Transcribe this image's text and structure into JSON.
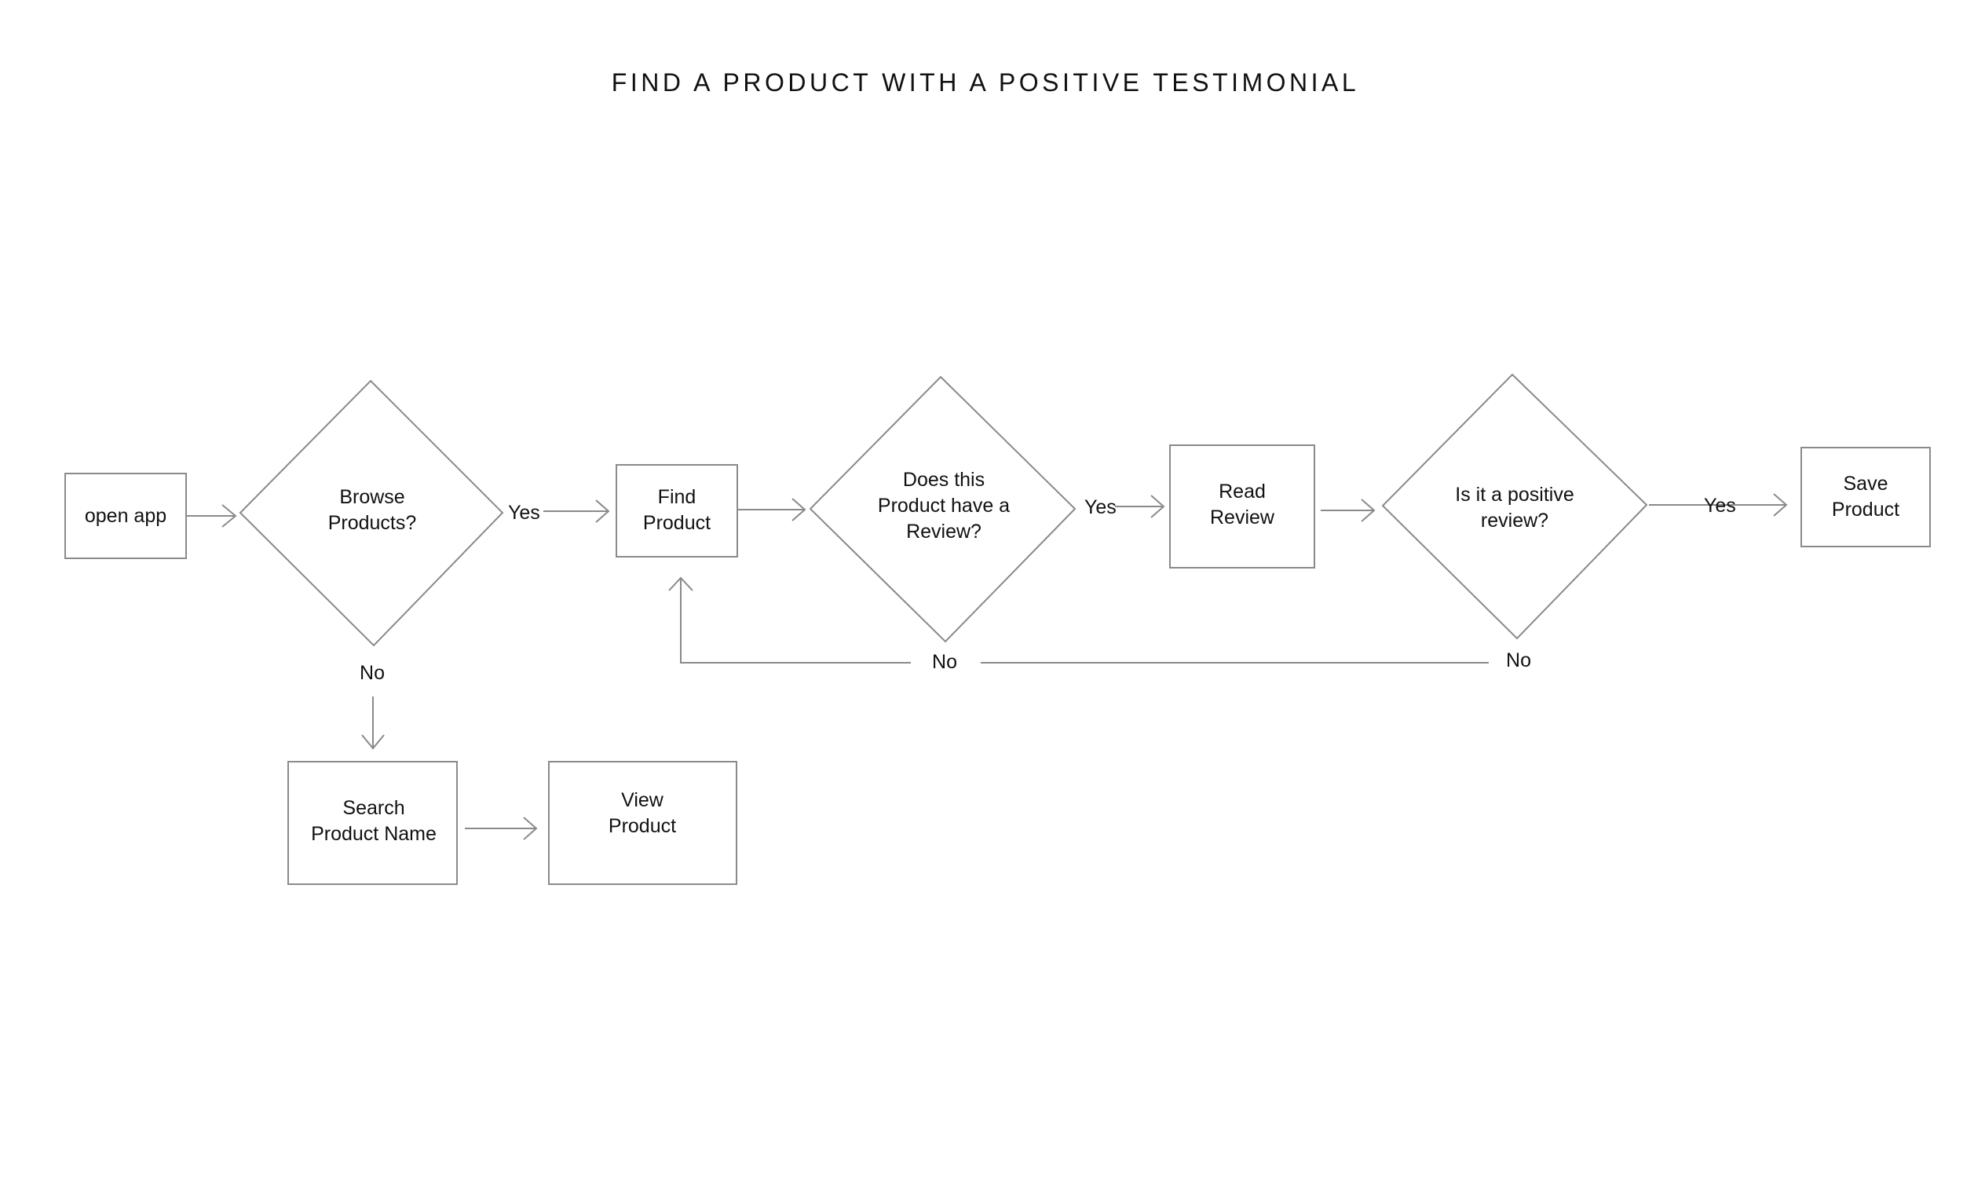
{
  "title": "FIND A PRODUCT WITH A POSITIVE TESTIMONIAL",
  "colors": {
    "stroke": "#8a8a8a",
    "text": "#111111",
    "background": "#ffffff"
  },
  "nodes": {
    "open_app": {
      "line1": "open app"
    },
    "browse_products": {
      "line1": "Browse",
      "line2": "Products?"
    },
    "find_product": {
      "line1": "Find",
      "line2": "Product"
    },
    "has_review": {
      "line1": "Does this",
      "line2": "Product have a",
      "line3": "Review?"
    },
    "read_review": {
      "line1": "Read",
      "line2": "Review"
    },
    "positive_review": {
      "line1": "Is it a positive",
      "line2": "review?"
    },
    "save_product": {
      "line1": "Save",
      "line2": "Product"
    },
    "search_product_name": {
      "line1": "Search",
      "line2": "Product Name"
    },
    "view_product": {
      "line1": "View",
      "line2": "Product"
    }
  },
  "edges": {
    "browse_yes": "Yes",
    "browse_no": "No",
    "review_yes": "Yes",
    "review_no": "No",
    "positive_yes": "Yes",
    "positive_no": "No"
  }
}
